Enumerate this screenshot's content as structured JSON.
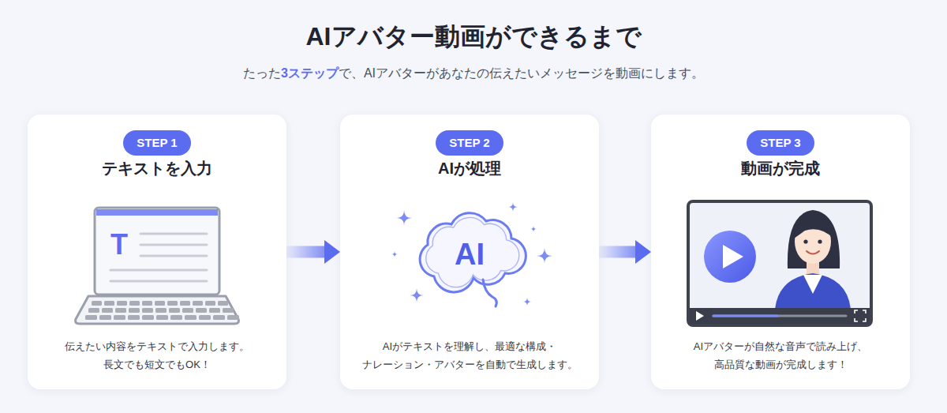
{
  "diagram": {
    "title": "AIアバター動画ができるまで",
    "nodes": [
      {
        "text": [
          "テキストを入力",
          "伝えたい内容をテキストで入力します。 長文でも短文でもOK！"
        ]
      },
      {
        "text": [
          "STEP 1"
        ],
        "in": 0
      },
      {
        "text": [
          "AIが処理",
          "AIがテキストを理解し、最適な構成・ ナレーション・アバターを自動で生成します。"
        ]
      },
      {
        "text": [
          "STEP 2"
        ],
        "in": 2
      },
      {
        "text": [
          "動画が完成",
          "AIアバターが自然な音声で読み上げ、 高品質な動画が完成します！"
        ]
      },
      {
        "text": [
          "STEP 3"
        ],
        "in": 4
      }
    ],
    "edges": [
      {
        "from": 0,
        "to": 2,
        "arrow": "to"
      },
      {
        "from": 2,
        "to": 4,
        "arrow": "to"
      }
    ],
    "labels": [
      "たった",
      "3ステップ",
      "で、AIアバターがあなたの伝えたいメッセージを動画にします。",
      "T",
      "AI"
    ]
  }
}
